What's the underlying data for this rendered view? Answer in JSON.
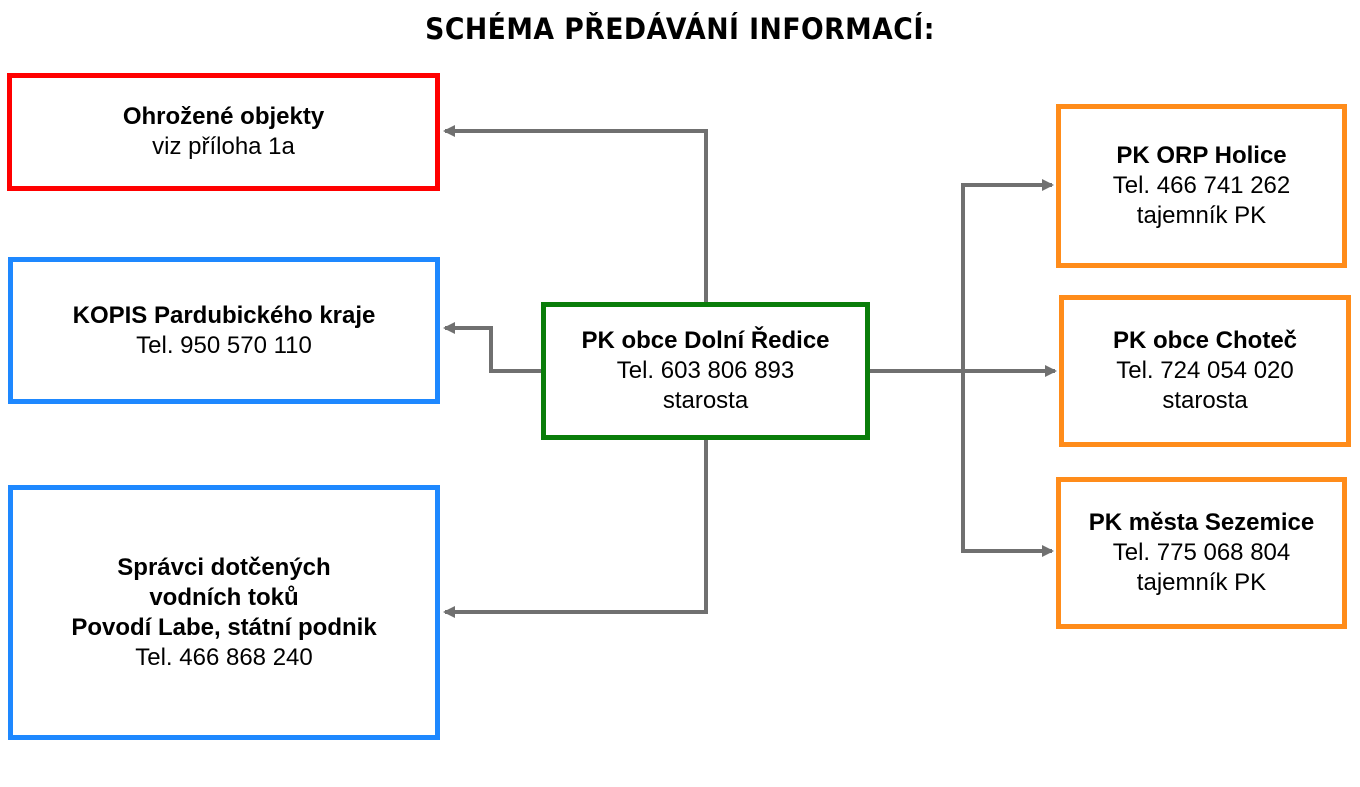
{
  "title": "SCHÉMA PŘEDÁVÁNÍ INFORMACÍ:",
  "colors": {
    "red": "#ff0000",
    "blue": "#1e88ff",
    "green": "#0a7d0a",
    "orange": "#ff8c1a",
    "connector": "#707070"
  },
  "nodes": {
    "center": {
      "name": "PK obce Dolní Ředice",
      "phone": "Tel. 603 806 893",
      "role": "starosta"
    },
    "threatened": {
      "name": "Ohrožené objekty",
      "note": "viz příloha 1a"
    },
    "kopis": {
      "name": "KOPIS Pardubického kraje",
      "phone": "Tel. 950 570 110"
    },
    "water": {
      "line1": "Správci dotčených",
      "line2": "vodních toků",
      "line3": "Povodí Labe, státní podnik",
      "phone": "Tel. 466 868 240"
    },
    "orp_holice": {
      "name": "PK ORP Holice",
      "phone": "Tel. 466 741 262",
      "role": "tajemník PK"
    },
    "chotec": {
      "name": "PK obce Choteč",
      "phone": "Tel. 724 054 020",
      "role": "starosta"
    },
    "sezemice": {
      "name": "PK města Sezemice",
      "phone": "Tel. 775 068 804",
      "role": "tajemník PK"
    }
  }
}
